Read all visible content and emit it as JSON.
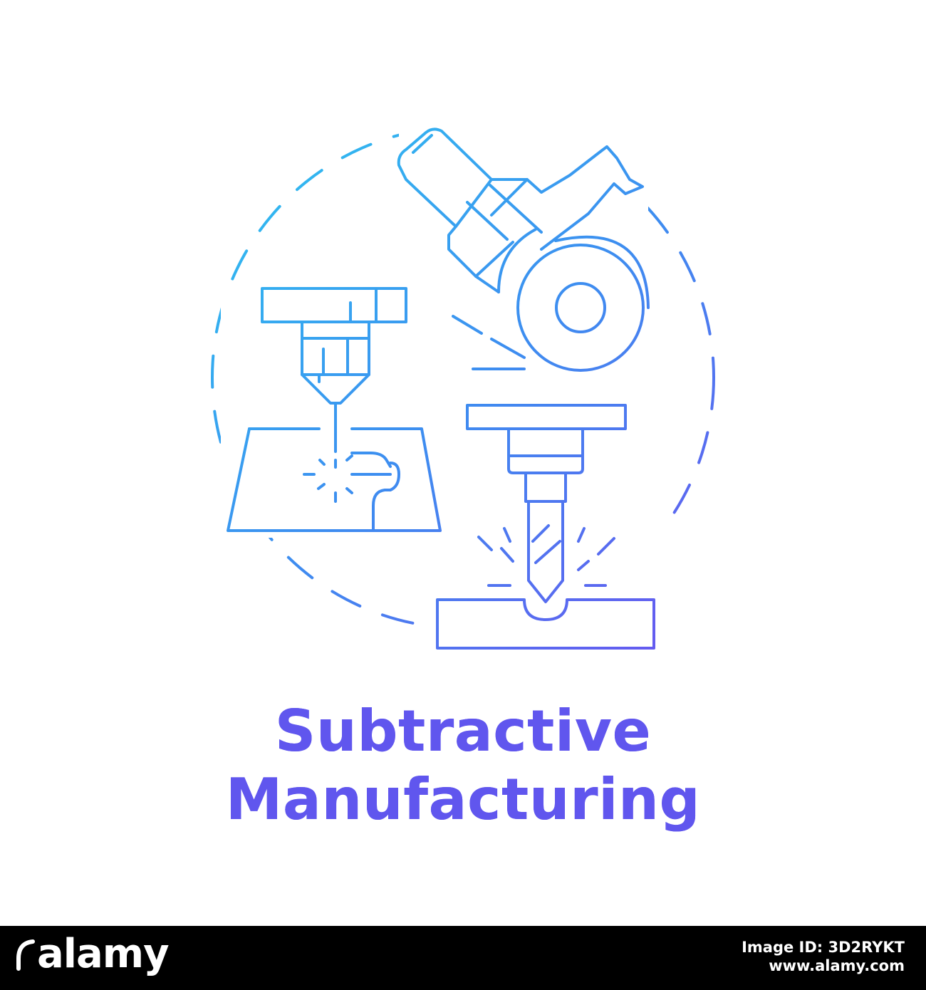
{
  "title": {
    "line1": "Subtractive",
    "line2": "Manufacturing"
  },
  "footer": {
    "brand": "alamy",
    "image_id": "Image ID: 3D2RYKT",
    "site": "www.alamy.com"
  },
  "colors": {
    "gradient_start": "#2ec4f0",
    "gradient_mid": "#3d8ef0",
    "gradient_end": "#6a54f0",
    "footer_background": "#000000"
  },
  "icons": [
    "laser-cutter-icon",
    "angle-grinder-icon",
    "drill-press-icon",
    "dashed-circle-frame"
  ]
}
